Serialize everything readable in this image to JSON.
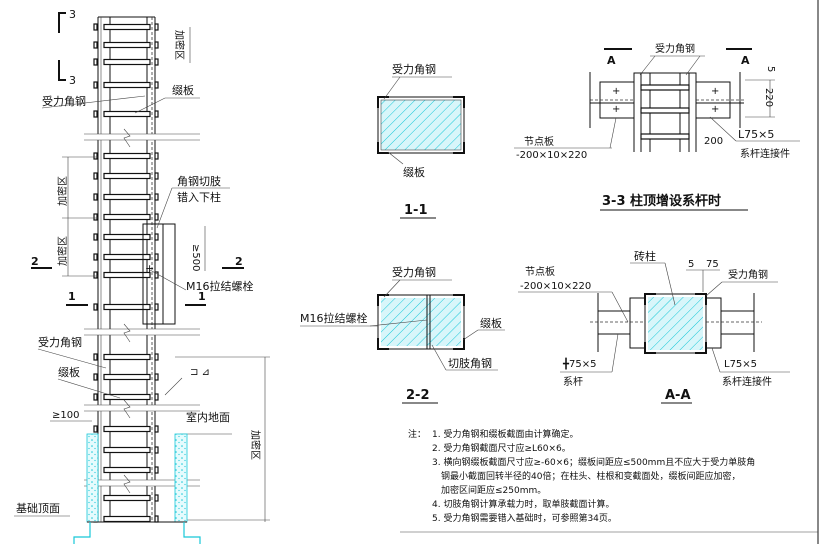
{
  "elevation": {
    "section_3": "3",
    "section_2": "2",
    "section_1": "1",
    "dense_zone": "加密区",
    "main_angle": "受力角钢",
    "batten": "缀板",
    "angle_cut_line1": "角钢切肢",
    "angle_cut_line2": "错入下柱",
    "splice_dim": "≥500",
    "bolt": "M16拉结螺栓",
    "min_100": "≥100",
    "indoor_floor": "室内地面",
    "foundation_top": "基础顶面"
  },
  "section_1_1": {
    "main_angle": "受力角钢",
    "batten": "缀板",
    "title": "1-1"
  },
  "section_2_2": {
    "main_angle": "受力角钢",
    "bolt": "M16拉结螺栓",
    "batten": "缀板",
    "cut_angle": "切肢角钢",
    "title": "2-2"
  },
  "section_3_3": {
    "cut_mark": "A",
    "main_angle": "受力角钢",
    "gusset": "节点板",
    "gusset_size": "-200×10×220",
    "dim_5": "5",
    "dim_220": "220",
    "dim_200": "200",
    "connector_size": "L75×5",
    "connector": "系杆连接件",
    "title": "3-3  柱顶增设系杆时"
  },
  "section_a_a": {
    "brick_column": "砖柱",
    "gusset": "节点板",
    "gusset_size": "-200×10×220",
    "dim_5": "5",
    "dim_75": "75",
    "main_angle": "受力角钢",
    "tie_size": "╋75×5",
    "tie": "系杆",
    "connector_size": "L75×5",
    "connector": "系杆连接件",
    "title": "A-A"
  },
  "notes": {
    "label": "注：",
    "items": [
      "1. 受力角钢和缀板截面由计算确定。",
      "2. 受力角钢截面尺寸应≥L60×6。",
      "3. 横向钢缀板截面尺寸应≥-60×6；缀板间距应≤500mm且不应大于受力单肢角",
      "钢最小截面回转半径的40倍；在柱头、柱根和变截面处，缀板间距应加密，",
      "加密区间距应≤250mm。",
      "4. 切肢角钢计算承载力时，取单肢截面计算。",
      "5. 受力角钢需要错入基础时，可参照第34页。"
    ]
  },
  "colors": {
    "hatch": "#18c8d8",
    "fill": "#d8f6fa",
    "line": "#111111"
  }
}
